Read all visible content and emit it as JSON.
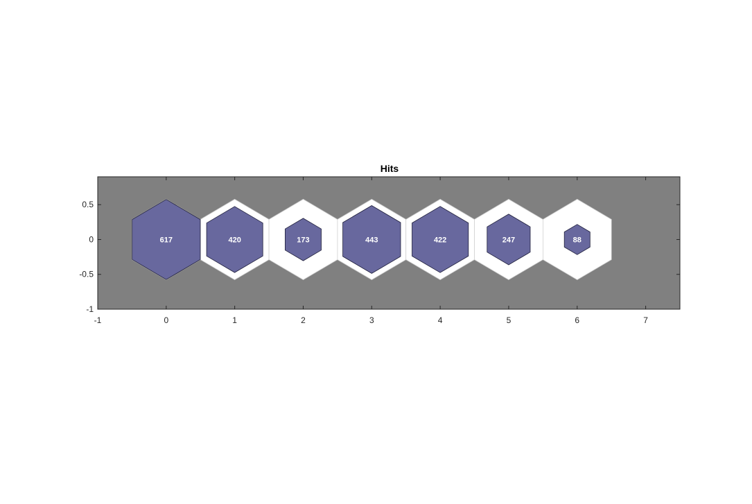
{
  "chart_data": {
    "type": "hexbin",
    "title": "Hits",
    "xlabel": "",
    "ylabel": "",
    "xlim": [
      -1,
      7.5
    ],
    "ylim": [
      -1,
      0.9
    ],
    "xticks": [
      -1,
      0,
      1,
      2,
      3,
      4,
      5,
      6,
      7
    ],
    "yticks": [
      -1,
      -0.5,
      0,
      0.5
    ],
    "ytick_labels": [
      "-1",
      "-0.5",
      "0",
      "0.5"
    ],
    "neurons": [
      {
        "x": 0,
        "y": 0,
        "hits": 617
      },
      {
        "x": 1,
        "y": 0,
        "hits": 420
      },
      {
        "x": 2,
        "y": 0,
        "hits": 173
      },
      {
        "x": 3,
        "y": 0,
        "hits": 443
      },
      {
        "x": 4,
        "y": 0,
        "hits": 422
      },
      {
        "x": 5,
        "y": 0,
        "hits": 247
      },
      {
        "x": 6,
        "y": 0,
        "hits": 88
      }
    ],
    "max_hits": 617,
    "colors": {
      "axes_background": "#808080",
      "cell": "#ffffff",
      "cell_edge": "#d0d0d0",
      "hit_fill": "#68689e",
      "hit_edge": "#1f1f3a",
      "label": "#ffffff"
    },
    "grid": false
  }
}
